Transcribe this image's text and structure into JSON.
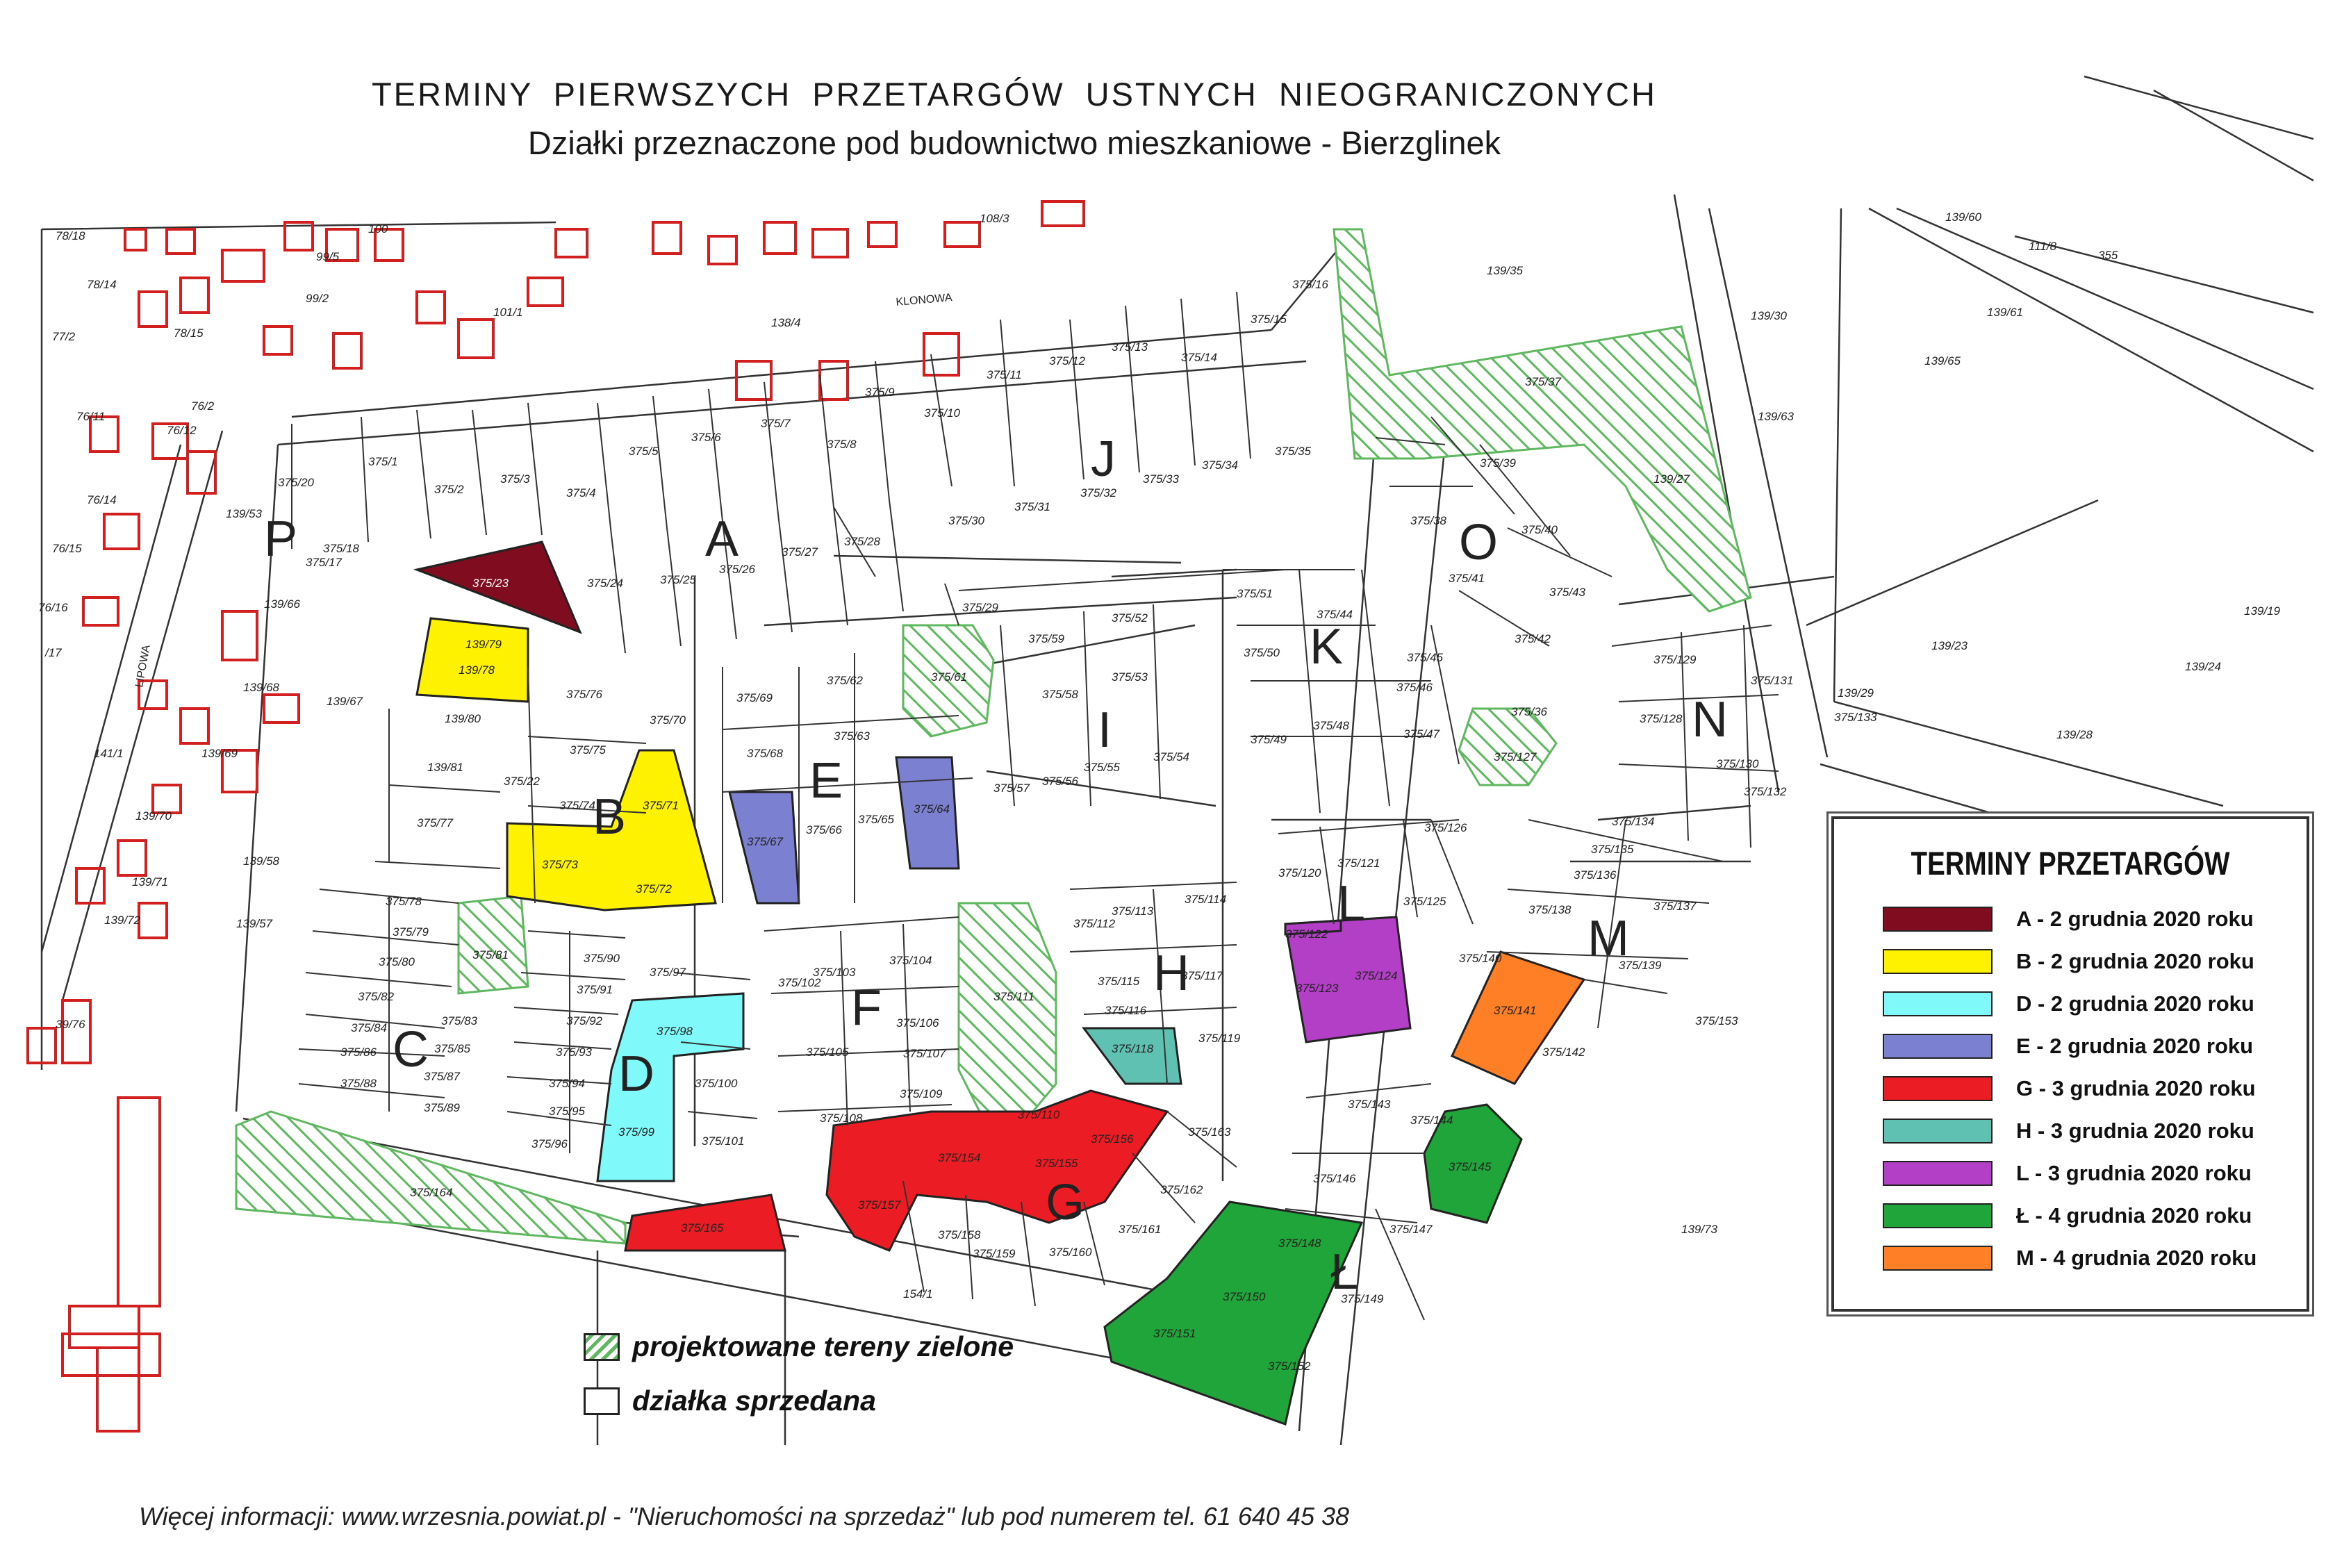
{
  "header": {
    "title": "TERMINY PIERWSZYCH PRZETARGÓW USTNYCH NIEOGRANICZONYCH",
    "subtitle": "Działki przeznaczone pod budownictwo mieszkaniowe - Bierzglinek"
  },
  "colors": {
    "A": "#7f0d1f",
    "B": "#fff200",
    "D": "#7ff9f9",
    "E": "#7b80d0",
    "G": "#ec1c24",
    "H": "#5fc1b2",
    "L": "#b23fc5",
    "Ł": "#1fa53a",
    "M": "#ff7f27",
    "green_hatch": "#5fb85f",
    "building": "#d22020",
    "line": "#333333"
  },
  "legend": {
    "title": "TERMINY PRZETARGÓW",
    "items": [
      {
        "letter": "A",
        "text": "A  - 2 grudnia 2020 roku",
        "color": "#7f0d1f"
      },
      {
        "letter": "B",
        "text": "B  - 2 grudnia 2020 roku",
        "color": "#fff200"
      },
      {
        "letter": "D",
        "text": "D  - 2 grudnia 2020 roku",
        "color": "#7ff9f9"
      },
      {
        "letter": "E",
        "text": "E  - 2 grudnia 2020 roku",
        "color": "#7b80d0"
      },
      {
        "letter": "G",
        "text": "G  - 3 grudnia 2020 roku",
        "color": "#ec1c24"
      },
      {
        "letter": "H",
        "text": "H  - 3 grudnia 2020 roku",
        "color": "#5fc1b2"
      },
      {
        "letter": "L",
        "text": "L  - 3 grudnia 2020 roku",
        "color": "#b23fc5"
      },
      {
        "letter": "Ł",
        "text": "Ł  - 4 grudnia 2020 roku",
        "color": "#1fa53a"
      },
      {
        "letter": "M",
        "text": "M  - 4 grudnia 2020 roku",
        "color": "#ff7f27"
      }
    ]
  },
  "key": {
    "green": "projektowane tereny zielone",
    "sold": "działka sprzedana"
  },
  "footer": "Więcej informacji: www.wrzesnia.powiat.pl - \"Nieruchomości na sprzedaż\" lub pod numerem tel. 61 640 45 38",
  "streets": {
    "klonowa": "KLONOWA",
    "lipowa": "LIPOWA"
  },
  "zones": {
    "A": "A",
    "B": "B",
    "C": "C",
    "D": "D",
    "E": "E",
    "F": "F",
    "G": "G",
    "H": "H",
    "I": "I",
    "J": "J",
    "K": "K",
    "L": "L",
    "Ł": "Ł",
    "M": "M",
    "N": "N",
    "O": "O",
    "P": "P"
  },
  "parcels": {
    "p375_23": "375/23",
    "p139_79": "139/79",
    "p139_78": "139/78",
    "p375_71": "375/71",
    "p375_72": "375/72",
    "p375_73": "375/73",
    "p375_98": "375/98",
    "p375_99": "375/99",
    "p375_67": "375/67",
    "p375_64": "375/64",
    "p375_154": "375/154",
    "p375_155": "375/155",
    "p375_156": "375/156",
    "p375_157": "375/157",
    "p375_165": "375/165",
    "p375_118": "375/118",
    "p375_123": "375/123",
    "p375_124": "375/124",
    "p375_145": "375/145",
    "p375_148": "375/148",
    "p375_150": "375/150",
    "p375_151": "375/151",
    "p375_152": "375/152",
    "p375_141": "375/141",
    "p375_1": "375/1",
    "p375_2": "375/2",
    "p375_3": "375/3",
    "p375_4": "375/4",
    "p375_5": "375/5",
    "p375_6": "375/6",
    "p375_7": "375/7",
    "p375_8": "375/8",
    "p375_9": "375/9",
    "p375_10": "375/10",
    "p375_11": "375/11",
    "p375_12": "375/12",
    "p375_13": "375/13",
    "p375_14": "375/14",
    "p375_15": "375/15",
    "p375_16": "375/16",
    "p375_20": "375/20",
    "p375_18": "375/18",
    "p375_17": "375/17",
    "p375_24": "375/24",
    "p375_25": "375/25",
    "p375_26": "375/26",
    "p375_27": "375/27",
    "p375_28": "375/28",
    "p375_29": "375/29",
    "p375_30": "375/30",
    "p375_31": "375/31",
    "p375_32": "375/32",
    "p375_33": "375/33",
    "p375_34": "375/34",
    "p375_35": "375/35",
    "p375_36": "375/36",
    "p375_37": "375/37",
    "p375_38": "375/38",
    "p375_39": "375/39",
    "p375_40": "375/40",
    "p375_41": "375/41",
    "p375_42": "375/42",
    "p375_43": "375/43",
    "p375_44": "375/44",
    "p375_45": "375/45",
    "p375_46": "375/46",
    "p375_47": "375/47",
    "p375_48": "375/48",
    "p375_49": "375/49",
    "p375_50": "375/50",
    "p375_51": "375/51",
    "p375_52": "375/52",
    "p375_53": "375/53",
    "p375_54": "375/54",
    "p375_55": "375/55",
    "p375_56": "375/56",
    "p375_57": "375/57",
    "p375_58": "375/58",
    "p375_59": "375/59",
    "p375_61": "375/61",
    "p375_62": "375/62",
    "p375_63": "375/63",
    "p375_65": "375/65",
    "p375_66": "375/66",
    "p375_68": "375/68",
    "p375_69": "375/69",
    "p375_70": "375/70",
    "p375_74": "375/74",
    "p375_75": "375/75",
    "p375_76": "375/76",
    "p375_77": "375/77",
    "p375_22": "375/22",
    "p375_78": "375/78",
    "p375_79": "375/79",
    "p375_80": "375/80",
    "p375_81": "375/81",
    "p375_82": "375/82",
    "p375_83": "375/83",
    "p375_84": "375/84",
    "p375_85": "375/85",
    "p375_86": "375/86",
    "p375_87": "375/87",
    "p375_88": "375/88",
    "p375_89": "375/89",
    "p375_90": "375/90",
    "p375_91": "375/91",
    "p375_92": "375/92",
    "p375_93": "375/93",
    "p375_94": "375/94",
    "p375_95": "375/95",
    "p375_96": "375/96",
    "p375_97": "375/97",
    "p375_100": "375/100",
    "p375_101": "375/101",
    "p375_102": "375/102",
    "p375_103": "375/103",
    "p375_104": "375/104",
    "p375_105": "375/105",
    "p375_106": "375/106",
    "p375_107": "375/107",
    "p375_108": "375/108",
    "p375_109": "375/109",
    "p375_110": "375/110",
    "p375_111": "375/111",
    "p375_112": "375/112",
    "p375_113": "375/113",
    "p375_114": "375/114",
    "p375_115": "375/115",
    "p375_116": "375/116",
    "p375_117": "375/117",
    "p375_119": "375/119",
    "p375_120": "375/120",
    "p375_121": "375/121",
    "p375_122": "375/122",
    "p375_125": "375/125",
    "p375_126": "375/126",
    "p375_127": "375/127",
    "p375_128": "375/128",
    "p375_129": "375/129",
    "p375_130": "375/130",
    "p375_131": "375/131",
    "p375_132": "375/132",
    "p375_133": "375/133",
    "p375_134": "375/134",
    "p375_135": "375/135",
    "p375_136": "375/136",
    "p375_137": "375/137",
    "p375_138": "375/138",
    "p375_139": "375/139",
    "p375_140": "375/140",
    "p375_142": "375/142",
    "p375_143": "375/143",
    "p375_144": "375/144",
    "p375_146": "375/146",
    "p375_147": "375/147",
    "p375_149": "375/149",
    "p375_153": "375/153",
    "p375_158": "375/158",
    "p375_159": "375/159",
    "p375_160": "375/160",
    "p375_161": "375/161",
    "p375_162": "375/162",
    "p375_163": "375/163",
    "p375_164": "375/164",
    "p139_80": "139/80",
    "p139_81": "139/81",
    "p139_66": "139/66",
    "p139_67": "139/67",
    "p139_68": "139/68",
    "p139_69": "139/69",
    "p139_70": "139/70",
    "p139_71": "139/71",
    "p139_72": "139/72",
    "p139_57": "139/57",
    "p139_58": "139/58",
    "p139_53": "139/53",
    "p139_35": "139/35",
    "p139_30": "139/30",
    "p139_60": "139/60",
    "p139_61": "139/61",
    "p139_65": "139/65",
    "p139_63": "139/63",
    "p139_27": "139/27",
    "p139_19": "139/19",
    "p139_23": "139/23",
    "p139_24": "139/24",
    "p139_29": "139/29",
    "p139_28": "139/28",
    "p139_73": "139/73",
    "p138_4": "138/4",
    "p108_3": "108/3",
    "p111_8": "111/8",
    "p355": "355",
    "p154_1": "154/1",
    "p100": "100",
    "p99_5": "99/5",
    "p99_2": "99/2",
    "p101_1": "101/1",
    "p78_18": "78/18",
    "p78_14": "78/14",
    "p78_15": "78/15",
    "p77_2": "77/2",
    "p76_2": "76/2",
    "p76_11": "76/11",
    "p76_12": "76/12",
    "p76_14": "76/14",
    "p76_15": "76/15",
    "p76_16": "76/16",
    "p17": "/17",
    "p141_1": "141/1",
    "p39_76": "39/76"
  }
}
